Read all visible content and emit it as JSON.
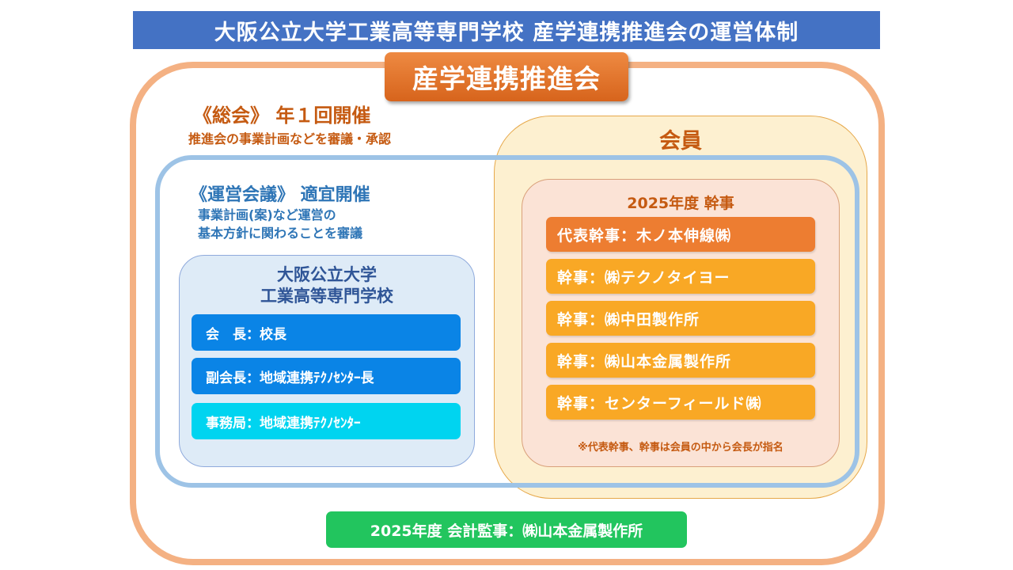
{
  "title": "大阪公立大学工業高等専門学校 産学連携推進会の運営体制",
  "council": {
    "name": "産学連携推進会",
    "general_meeting": {
      "title": "《総会》 年１回開催",
      "description": "推進会の事業計画などを審議・承認"
    }
  },
  "members": {
    "title": "会員",
    "officers": {
      "title": "2025年度 幹事",
      "items": [
        {
          "label": "代表幹事：木ノ本伸線㈱",
          "representative": true
        },
        {
          "label": "幹事：㈱テクノタイヨー",
          "representative": false
        },
        {
          "label": "幹事：㈱中田製作所",
          "representative": false
        },
        {
          "label": "幹事：㈱山本金属製作所",
          "representative": false
        },
        {
          "label": "幹事：センターフィールド㈱",
          "representative": false
        }
      ],
      "note": "※代表幹事、幹事は会員の中から会長が指名"
    }
  },
  "operating_committee": {
    "title": "《運営会議》 適宜開催",
    "description_lines": [
      "事業計画(案)など運営の",
      "基本方針に関わることを審議"
    ],
    "school": {
      "name_lines": [
        "大阪公立大学",
        "工業高等専門学校"
      ],
      "roles": [
        {
          "label": "会　長：校長"
        },
        {
          "label": "副会長：地域連携ﾃｸﾉｾﾝﾀｰ長"
        },
        {
          "label": "事務局：地域連携ﾃｸﾉｾﾝﾀｰ"
        }
      ]
    }
  },
  "auditor": "2025年度 会計監事：㈱山本金属製作所",
  "colors": {
    "title_bar": "#4472c4",
    "council_frame": "#f4b183",
    "council_badge": "#ed7d31",
    "members_area": "#fdf0d0",
    "officer": "#f9a825",
    "operating_frame": "#9dc3e6",
    "school_box": "#deebf7",
    "role": "#0a84e6",
    "office_role": "#00d4f0",
    "auditor": "#22c55e"
  }
}
